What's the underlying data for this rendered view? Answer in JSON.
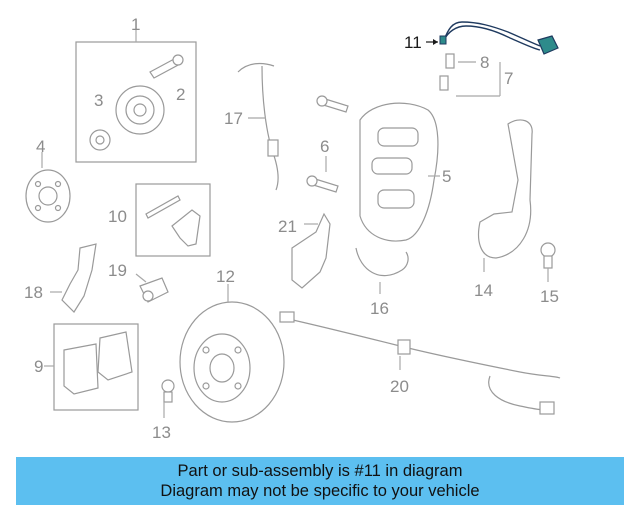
{
  "diagram": {
    "callouts": [
      "1",
      "2",
      "3",
      "4",
      "5",
      "6",
      "7",
      "8",
      "9",
      "10",
      "11",
      "12",
      "13",
      "14",
      "15",
      "16",
      "17",
      "18",
      "19",
      "20",
      "21"
    ],
    "highlight_color": "#2e8b8b",
    "banner_color": "#5cbff0"
  },
  "banner": {
    "line1": "Part or sub-assembly is #11 in diagram",
    "line2": "Diagram may not be specific to your vehicle"
  }
}
